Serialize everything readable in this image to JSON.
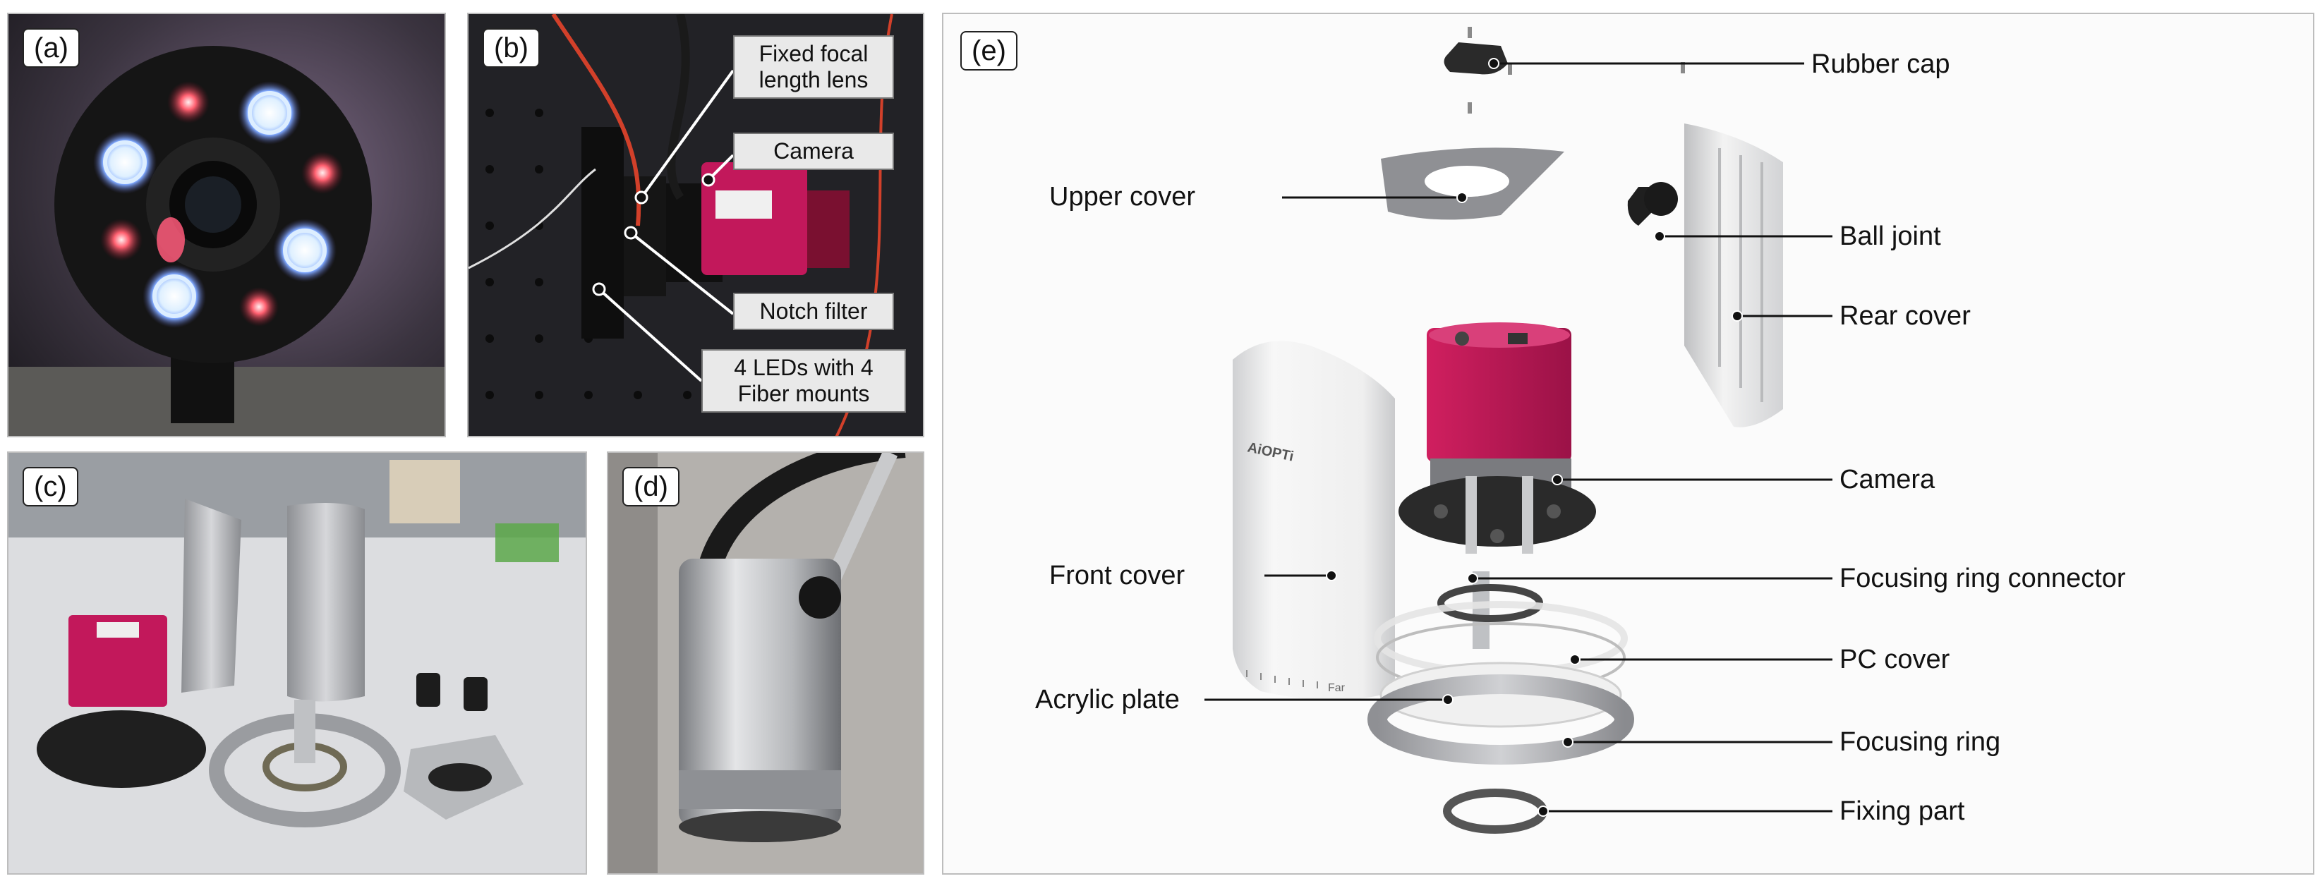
{
  "panels": {
    "a": {
      "label": "(a)"
    },
    "b": {
      "label": "(b)",
      "tags": [
        "Fixed focal length lens",
        "Camera",
        "Notch filter",
        "4 LEDs with 4 Fiber mounts"
      ]
    },
    "c": {
      "label": "(c)"
    },
    "d": {
      "label": "(d)"
    },
    "e": {
      "label": "(e)",
      "logo_text": "AiOPTi",
      "scale_text": "Far",
      "parts": {
        "rubber_cap": "Rubber cap",
        "upper_cover": "Upper cover",
        "ball_joint": "Ball joint",
        "rear_cover": "Rear cover",
        "camera": "Camera",
        "front_cover": "Front cover",
        "focusing_ring_connector": "Focusing ring connector",
        "pc_cover": "PC cover",
        "acrylic_plate": "Acrylic plate",
        "focusing_ring": "Focusing ring",
        "fixing_part": "Fixing part"
      }
    }
  },
  "colors": {
    "camera_magenta": "#c2185b",
    "led_white": "#e8f4ff",
    "led_red": "#ff5a6e",
    "board_black": "#1b1b1b",
    "cover_white": "#f4f4f4",
    "metal": "#a9aaad"
  }
}
